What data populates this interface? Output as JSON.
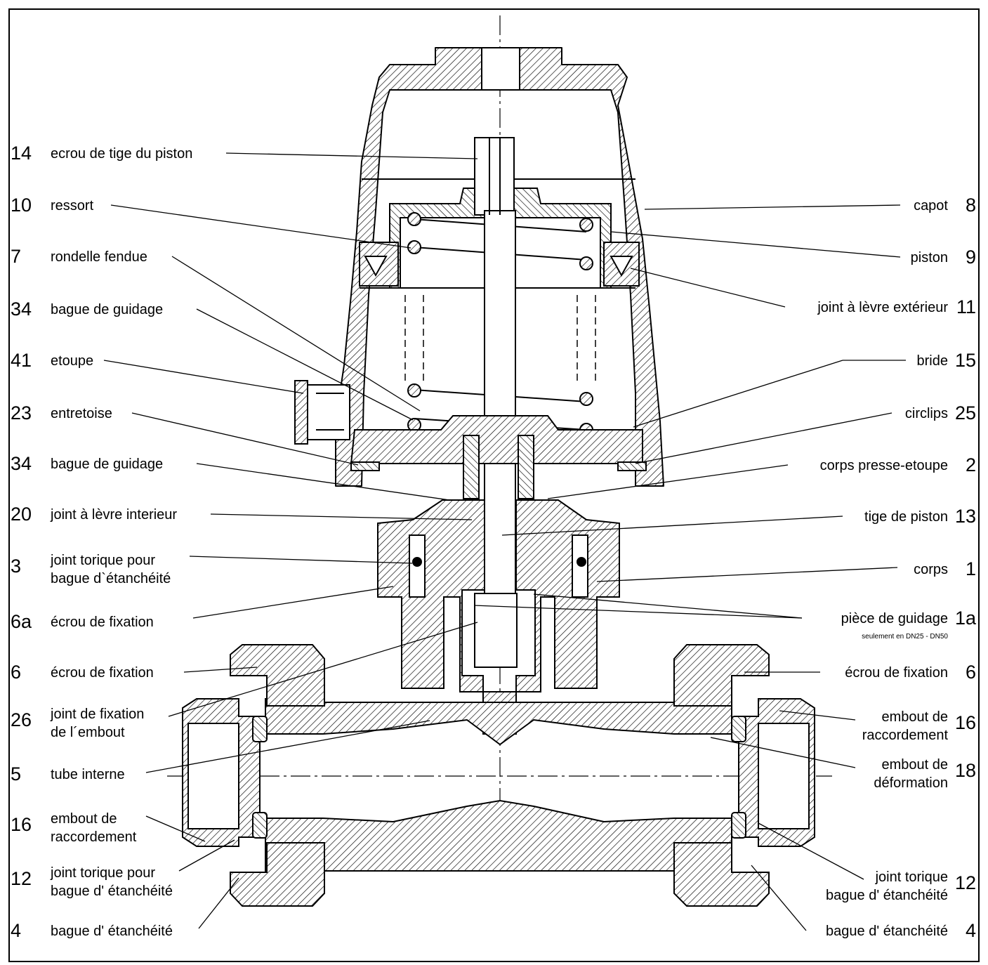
{
  "colors": {
    "ink": "#000000",
    "paper": "#ffffff"
  },
  "left_labels": [
    {
      "num": "14",
      "lines": [
        "ecrou de tige du piston"
      ]
    },
    {
      "num": "10",
      "lines": [
        "ressort"
      ]
    },
    {
      "num": "7",
      "lines": [
        "rondelle fendue"
      ]
    },
    {
      "num": "34",
      "lines": [
        "bague de guidage"
      ]
    },
    {
      "num": "41",
      "lines": [
        "etoupe"
      ]
    },
    {
      "num": "23",
      "lines": [
        "entretoise"
      ]
    },
    {
      "num": "34",
      "lines": [
        "bague de guidage"
      ]
    },
    {
      "num": "20",
      "lines": [
        "joint à lèvre interieur"
      ]
    },
    {
      "num": "3",
      "lines": [
        "joint torique pour",
        "bague d`étanchéité"
      ]
    },
    {
      "num": "6a",
      "lines": [
        "écrou de fixation"
      ]
    },
    {
      "num": "6",
      "lines": [
        "écrou de fixation"
      ]
    },
    {
      "num": "26",
      "lines": [
        "joint de fixation",
        "de l´embout"
      ]
    },
    {
      "num": "5",
      "lines": [
        "tube interne"
      ]
    },
    {
      "num": "16",
      "lines": [
        "embout de",
        "raccordement"
      ]
    },
    {
      "num": "12",
      "lines": [
        "joint torique pour",
        "bague d' étanchéité"
      ]
    },
    {
      "num": "4",
      "lines": [
        "bague d' étanchéité"
      ]
    }
  ],
  "right_labels": [
    {
      "num": "8",
      "lines": [
        "capot"
      ]
    },
    {
      "num": "9",
      "lines": [
        "piston"
      ]
    },
    {
      "num": "11",
      "lines": [
        "joint à lèvre extérieur"
      ]
    },
    {
      "num": "15",
      "lines": [
        "bride"
      ]
    },
    {
      "num": "25",
      "lines": [
        "circlips"
      ]
    },
    {
      "num": "2",
      "lines": [
        "corps presse-etoupe"
      ]
    },
    {
      "num": "13",
      "lines": [
        "tige de piston"
      ]
    },
    {
      "num": "1",
      "lines": [
        "corps"
      ]
    },
    {
      "num": "1a",
      "lines": [
        "pièce de guidage"
      ],
      "note": "seulement en DN25 - DN50"
    },
    {
      "num": "6",
      "lines": [
        "écrou de fixation"
      ]
    },
    {
      "num": "16",
      "lines": [
        "embout de",
        "raccordement"
      ]
    },
    {
      "num": "18",
      "lines": [
        "embout de",
        "déformation"
      ]
    },
    {
      "num": "12",
      "lines": [
        "joint torique",
        "bague d' étanchéité"
      ]
    },
    {
      "num": "4",
      "lines": [
        "bague d' étanchéité"
      ]
    }
  ]
}
